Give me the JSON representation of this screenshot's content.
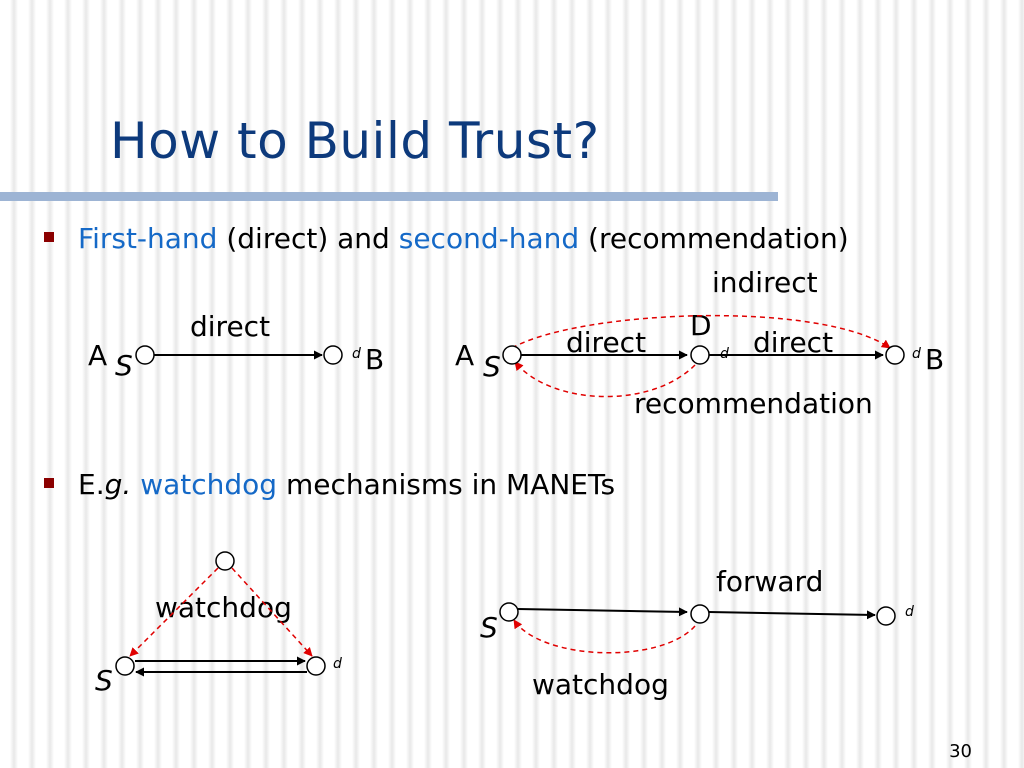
{
  "slide": {
    "title": "How to Build Trust?",
    "number": "30"
  },
  "bullets": [
    {
      "term1": "First-hand",
      "text1": " (direct) and ",
      "term2": "second-hand",
      "text2": " (recommendation)"
    },
    {
      "prefix": "E.",
      "prefix_italic": "g.",
      "term": "watchdog",
      "suffix": " mechanisms in MANETs"
    }
  ],
  "diagram_direct": {
    "edge_label": "direct",
    "node_a_name": "A",
    "node_a_role": "S",
    "node_b_role": "d",
    "node_b_name": "B"
  },
  "diagram_indirect": {
    "top_label": "indirect",
    "node_d_name": "D",
    "node_d_role": "d",
    "edge_label_left": "direct",
    "edge_label_right": "direct",
    "bottom_label": "recommendation",
    "node_a_name": "A",
    "node_a_role": "S",
    "node_b_role": "d",
    "node_b_name": "B"
  },
  "diagram_watchdog_triangle": {
    "label": "watchdog",
    "node_s_role": "S",
    "node_d_role": "d"
  },
  "diagram_forward": {
    "top_label": "forward",
    "bottom_label": "watchdog",
    "node_s_role": "S",
    "node_d_role": "d"
  },
  "colors": {
    "title": "#0d3a7c",
    "highlight": "#1569c7",
    "bullet": "#8b0000",
    "dashed_arrow": "#e00000",
    "title_rule": "#9db4d4"
  }
}
